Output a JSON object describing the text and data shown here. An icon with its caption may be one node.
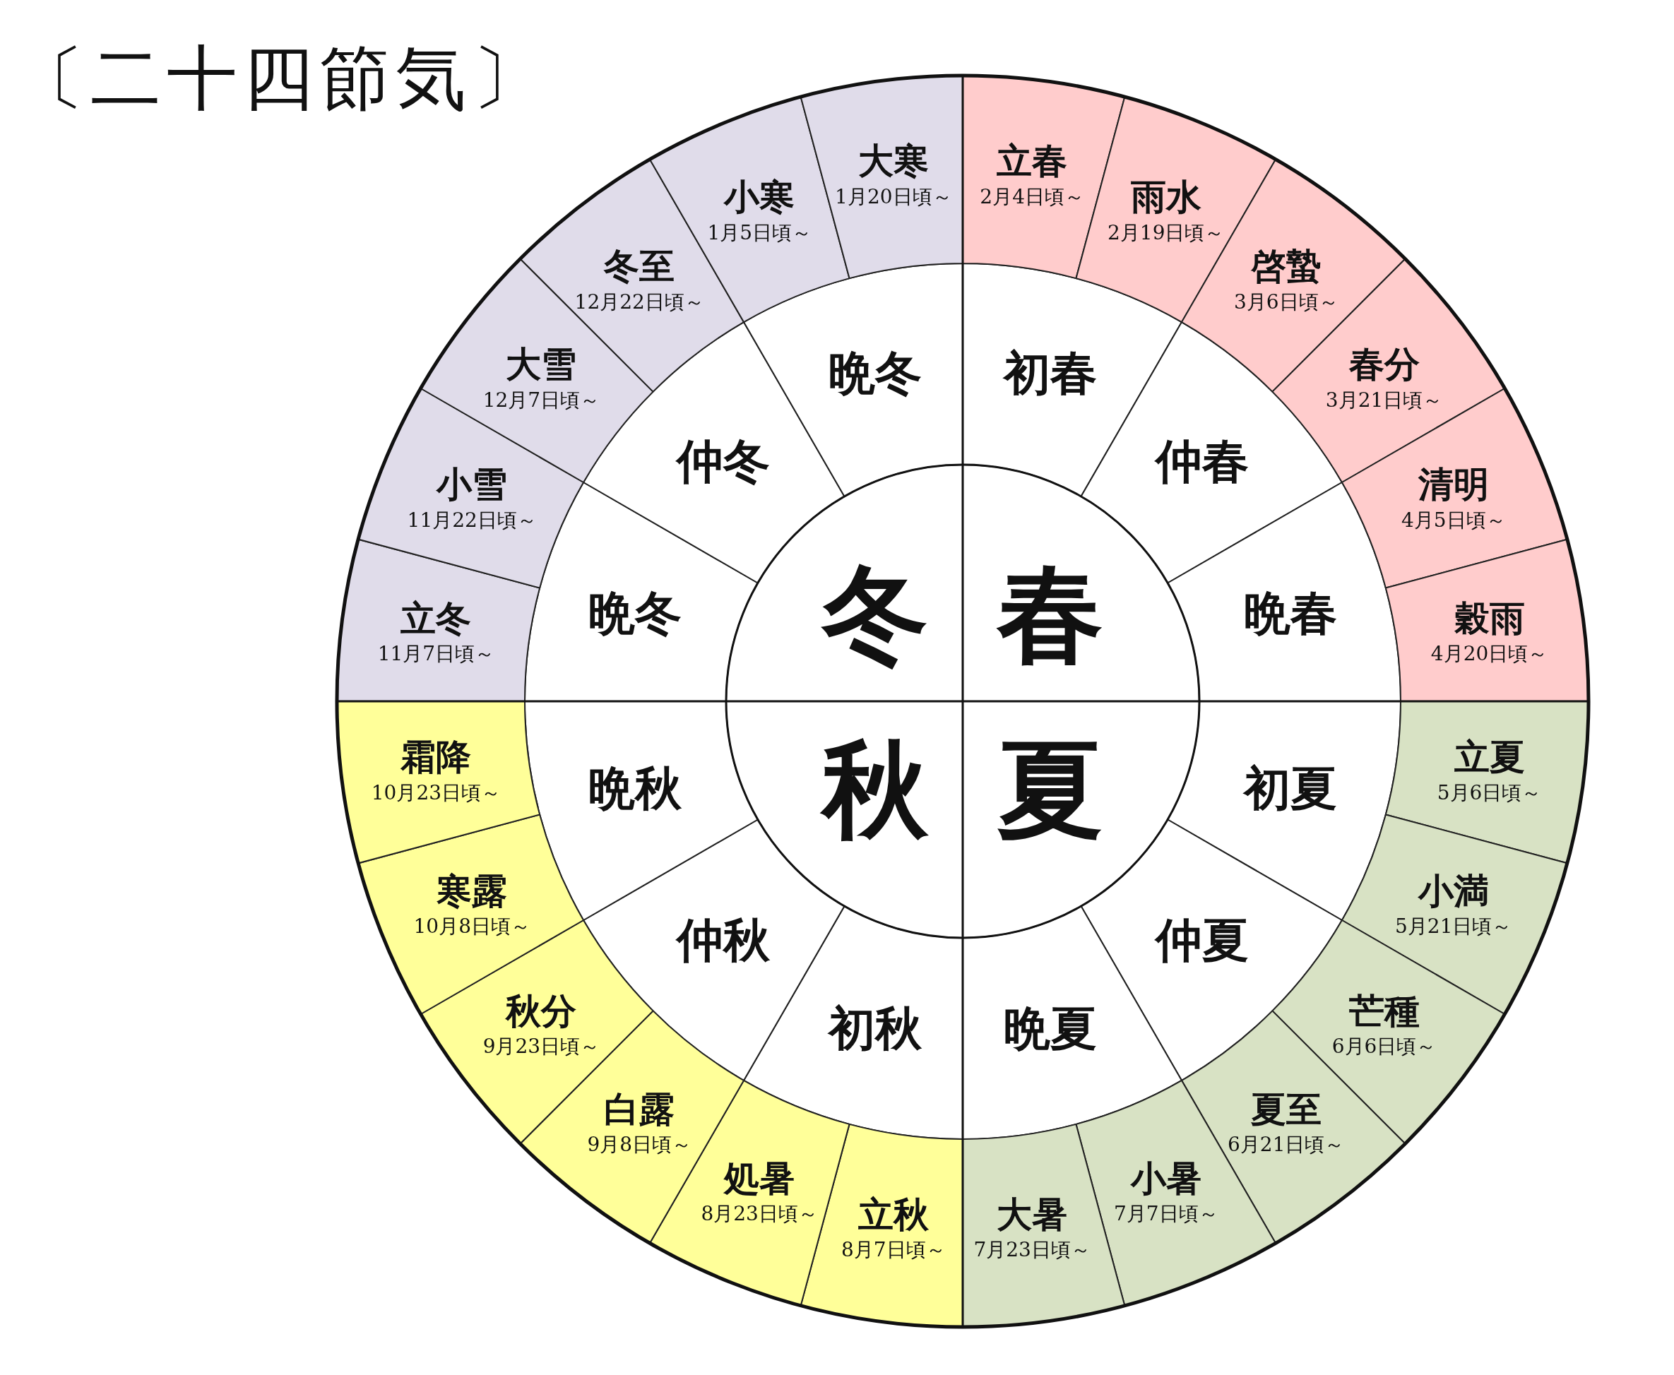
{
  "diagram": {
    "title": "〔二十四節気〕",
    "nodes": [
      {
        "text": [
          "春"
        ]
      },
      {
        "text": [
          "夏"
        ]
      },
      {
        "text": [
          "秋"
        ]
      },
      {
        "text": [
          "冬"
        ]
      },
      {
        "text": [
          "初春"
        ]
      },
      {
        "text": [
          "仲春"
        ]
      },
      {
        "text": [
          "晩春"
        ]
      },
      {
        "text": [
          "初夏"
        ]
      },
      {
        "text": [
          "仲夏"
        ]
      },
      {
        "text": [
          "晩夏"
        ]
      },
      {
        "text": [
          "初秋"
        ]
      },
      {
        "text": [
          "仲秋"
        ]
      },
      {
        "text": [
          "晩秋"
        ]
      },
      {
        "text": [
          "晩冬"
        ]
      },
      {
        "text": [
          "仲冬"
        ]
      },
      {
        "text": [
          "晩冬"
        ]
      },
      {
        "text": [
          "立春",
          "2月4日頃～"
        ]
      },
      {
        "text": [
          "雨水",
          "2月19日頃～"
        ]
      },
      {
        "text": [
          "啓蟄",
          "3月6日頃～"
        ]
      },
      {
        "text": [
          "春分",
          "3月21日頃～"
        ]
      },
      {
        "text": [
          "清明",
          "4月5日頃～"
        ]
      },
      {
        "text": [
          "穀雨",
          "4月20日頃～"
        ]
      },
      {
        "text": [
          "立夏",
          "5月6日頃～"
        ]
      },
      {
        "text": [
          "小満",
          "5月21日頃～"
        ]
      },
      {
        "text": [
          "芒種",
          "6月6日頃～"
        ]
      },
      {
        "text": [
          "夏至",
          "6月21日頃～"
        ]
      },
      {
        "text": [
          "小暑",
          "7月7日頃～"
        ]
      },
      {
        "text": [
          "大暑",
          "7月23日頃～"
        ]
      },
      {
        "text": [
          "立秋",
          "8月7日頃～"
        ]
      },
      {
        "text": [
          "処暑",
          "8月23日頃～"
        ]
      },
      {
        "text": [
          "白露",
          "9月8日頃～"
        ]
      },
      {
        "text": [
          "秋分",
          "9月23日頃～"
        ]
      },
      {
        "text": [
          "寒露",
          "10月8日頃～"
        ]
      },
      {
        "text": [
          "霜降",
          "10月23日頃～"
        ]
      },
      {
        "text": [
          "立冬",
          "11月7日頃～"
        ]
      },
      {
        "text": [
          "小雪",
          "11月22日頃～"
        ]
      },
      {
        "text": [
          "大雪",
          "12月7日頃～"
        ]
      },
      {
        "text": [
          "冬至",
          "12月22日頃～"
        ]
      },
      {
        "text": [
          "小寒",
          "1月5日頃～"
        ]
      },
      {
        "text": [
          "大寒",
          "1月20日頃～"
        ]
      }
    ]
  }
}
